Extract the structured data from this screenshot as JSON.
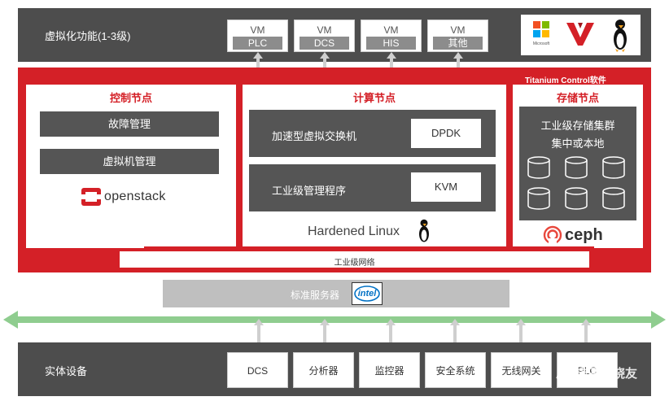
{
  "top": {
    "label": "虚拟化功能(1-3级)",
    "vms": [
      {
        "title": "VM",
        "sub": "PLC"
      },
      {
        "title": "VM",
        "sub": "DCS"
      },
      {
        "title": "VM",
        "sub": "HIS"
      },
      {
        "title": "VM",
        "sub": "其他"
      }
    ],
    "logos": {
      "microsoft_text": "Microsoft"
    }
  },
  "titanium": {
    "label": "Titanium Control软件"
  },
  "control": {
    "title": "控制节点",
    "btn1": "故障管理",
    "btn2": "虚拟机管理",
    "openstack": "openstack"
  },
  "compute": {
    "title": "计算节点",
    "row1_label": "加速型虚拟交换机",
    "row1_box": "DPDK",
    "row2_label": "工业级管理程序",
    "row2_box": "KVM",
    "linux": "Hardened Linux"
  },
  "storage": {
    "title": "存储节点",
    "line1": "工业级存储集群",
    "line2": "集中或本地",
    "ceph": "ceph"
  },
  "network": {
    "label": "工业级网络"
  },
  "server": {
    "label": "标准服务器",
    "intel": "intel"
  },
  "bottom": {
    "label": "实体设备",
    "devices": [
      "DCS",
      "分析器",
      "监控器",
      "安全系统",
      "无线网关",
      "PLC"
    ]
  },
  "watermark": "电子发烧友",
  "colors": {
    "red": "#d42027",
    "green": "#8fcd8f",
    "dark": "#4d4d4d",
    "server": "#bfbfbf"
  }
}
